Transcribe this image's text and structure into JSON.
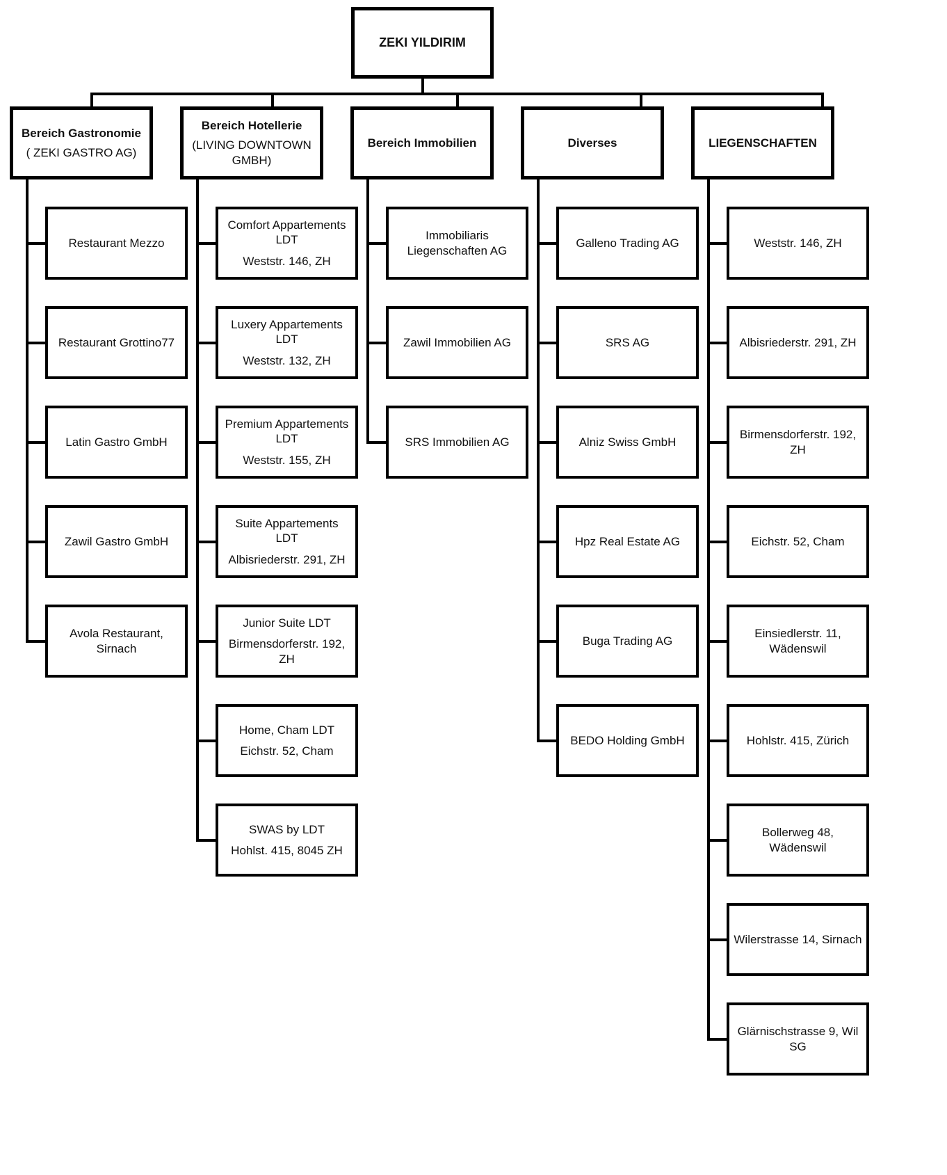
{
  "chart": {
    "root": "ZEKI YILDIRIM",
    "branches": [
      {
        "title": "Bereich Gastronomie",
        "subtitle": "( ZEKI GASTRO AG)",
        "children": [
          {
            "name": "Restaurant Mezzo"
          },
          {
            "name": "Restaurant Grottino77"
          },
          {
            "name": "Latin Gastro GmbH"
          },
          {
            "name": "Zawil Gastro GmbH"
          },
          {
            "name": "Avola Restaurant, Sirnach"
          }
        ]
      },
      {
        "title": "Bereich Hotellerie",
        "subtitle": "(LIVING DOWNTOWN GMBH)",
        "children": [
          {
            "name": "Comfort Appartements LDT",
            "address": "Weststr. 146, ZH"
          },
          {
            "name": "Luxery Appartements LDT",
            "address": "Weststr. 132, ZH"
          },
          {
            "name": "Premium Appartements LDT",
            "address": "Weststr. 155, ZH"
          },
          {
            "name": "Suite Appartements LDT",
            "address": "Albisriederstr. 291, ZH"
          },
          {
            "name": "Junior Suite LDT",
            "address": "Birmensdorferstr. 192, ZH"
          },
          {
            "name": "Home, Cham LDT",
            "address": "Eichstr. 52, Cham"
          },
          {
            "name": "SWAS by LDT",
            "address": "Hohlst. 415, 8045 ZH"
          }
        ]
      },
      {
        "title": "Bereich Immobilien",
        "children": [
          {
            "name": "Immobiliaris Liegenschaften AG"
          },
          {
            "name": "Zawil Immobilien AG"
          },
          {
            "name": "SRS Immobilien AG"
          }
        ]
      },
      {
        "title": "Diverses",
        "children": [
          {
            "name": "Galleno Trading AG"
          },
          {
            "name": "SRS AG"
          },
          {
            "name": "Alniz Swiss GmbH"
          },
          {
            "name": "Hpz Real Estate AG"
          },
          {
            "name": "Buga Trading AG"
          },
          {
            "name": "BEDO Holding GmbH"
          }
        ]
      },
      {
        "title": "LIEGENSCHAFTEN",
        "children": [
          {
            "name": "Weststr. 146, ZH"
          },
          {
            "name": "Albisriederstr. 291, ZH"
          },
          {
            "name": "Birmensdorferstr. 192, ZH"
          },
          {
            "name": "Eichstr. 52, Cham"
          },
          {
            "name": "Einsiedlerstr. 11, Wädenswil"
          },
          {
            "name": "Hohlstr. 415, Zürich"
          },
          {
            "name": "Bollerweg 48, Wädenswil"
          },
          {
            "name": "Wilerstrasse 14, Sirnach"
          },
          {
            "name": "Glärnischstrasse 9, Wil SG"
          }
        ]
      }
    ]
  }
}
